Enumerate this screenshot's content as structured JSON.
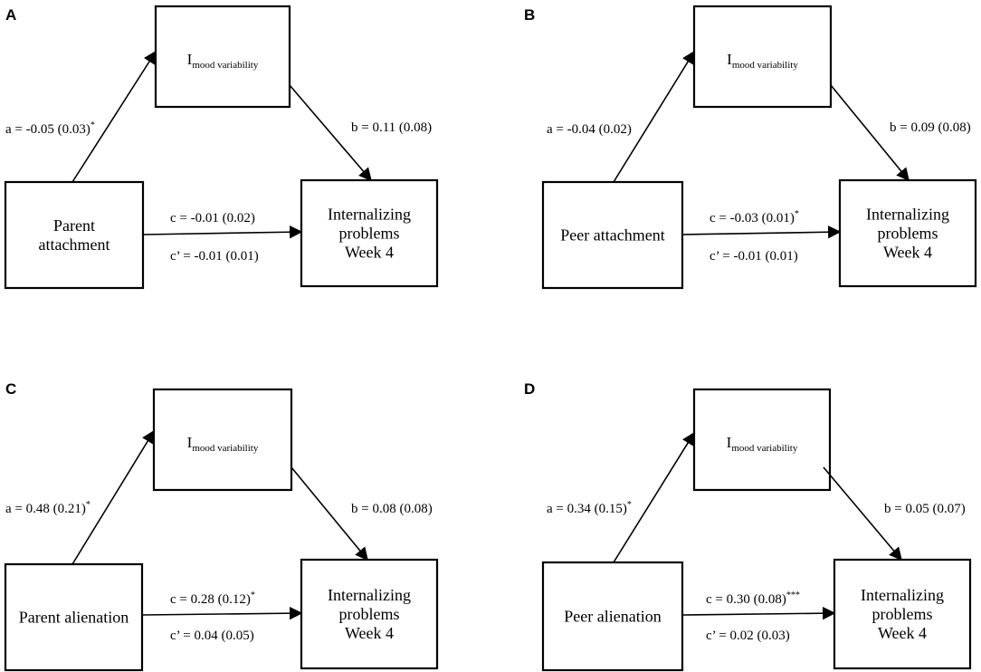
{
  "panels": [
    {
      "letter": "A",
      "predictor": [
        "Parent",
        "attachment"
      ],
      "mediator": {
        "main": "I",
        "sub": "mood variability"
      },
      "outcome": [
        "Internalizing",
        "problems",
        "Week 4"
      ],
      "a": {
        "text": "a = -0.05 (0.03)",
        "sig": "*"
      },
      "b": {
        "text": "b = 0.11 (0.08)",
        "sig": ""
      },
      "c": {
        "text": "c = -0.01 (0.02)",
        "sig": ""
      },
      "cp": {
        "text": "c’ = -0.01 (0.01)",
        "sig": ""
      }
    },
    {
      "letter": "B",
      "predictor": [
        "Peer attachment"
      ],
      "mediator": {
        "main": "I",
        "sub": "mood variability"
      },
      "outcome": [
        "Internalizing",
        "problems",
        "Week 4"
      ],
      "a": {
        "text": "a = -0.04 (0.02)",
        "sig": ""
      },
      "b": {
        "text": "b = 0.09 (0.08)",
        "sig": ""
      },
      "c": {
        "text": "c = -0.03 (0.01)",
        "sig": "*"
      },
      "cp": {
        "text": "c’ = -0.01 (0.01)",
        "sig": ""
      }
    },
    {
      "letter": "C",
      "predictor": [
        "Parent alienation"
      ],
      "mediator": {
        "main": "I",
        "sub": "mood variability"
      },
      "outcome": [
        "Internalizing",
        "problems",
        "Week 4"
      ],
      "a": {
        "text": "a = 0.48 (0.21)",
        "sig": "*"
      },
      "b": {
        "text": "b = 0.08 (0.08)",
        "sig": ""
      },
      "c": {
        "text": "c = 0.28 (0.12)",
        "sig": "*"
      },
      "cp": {
        "text": "c’ = 0.04 (0.05)",
        "sig": ""
      }
    },
    {
      "letter": "D",
      "predictor": [
        "Peer alienation"
      ],
      "mediator": {
        "main": "I",
        "sub": "mood variability"
      },
      "outcome": [
        "Internalizing",
        "problems",
        "Week 4"
      ],
      "a": {
        "text": "a = 0.34 (0.15)",
        "sig": "*"
      },
      "b": {
        "text": "b = 0.05 (0.07)",
        "sig": ""
      },
      "c": {
        "text": "c = 0.30 (0.08)",
        "sig": "***"
      },
      "cp": {
        "text": "c’ = 0.02 (0.03)",
        "sig": ""
      }
    }
  ]
}
